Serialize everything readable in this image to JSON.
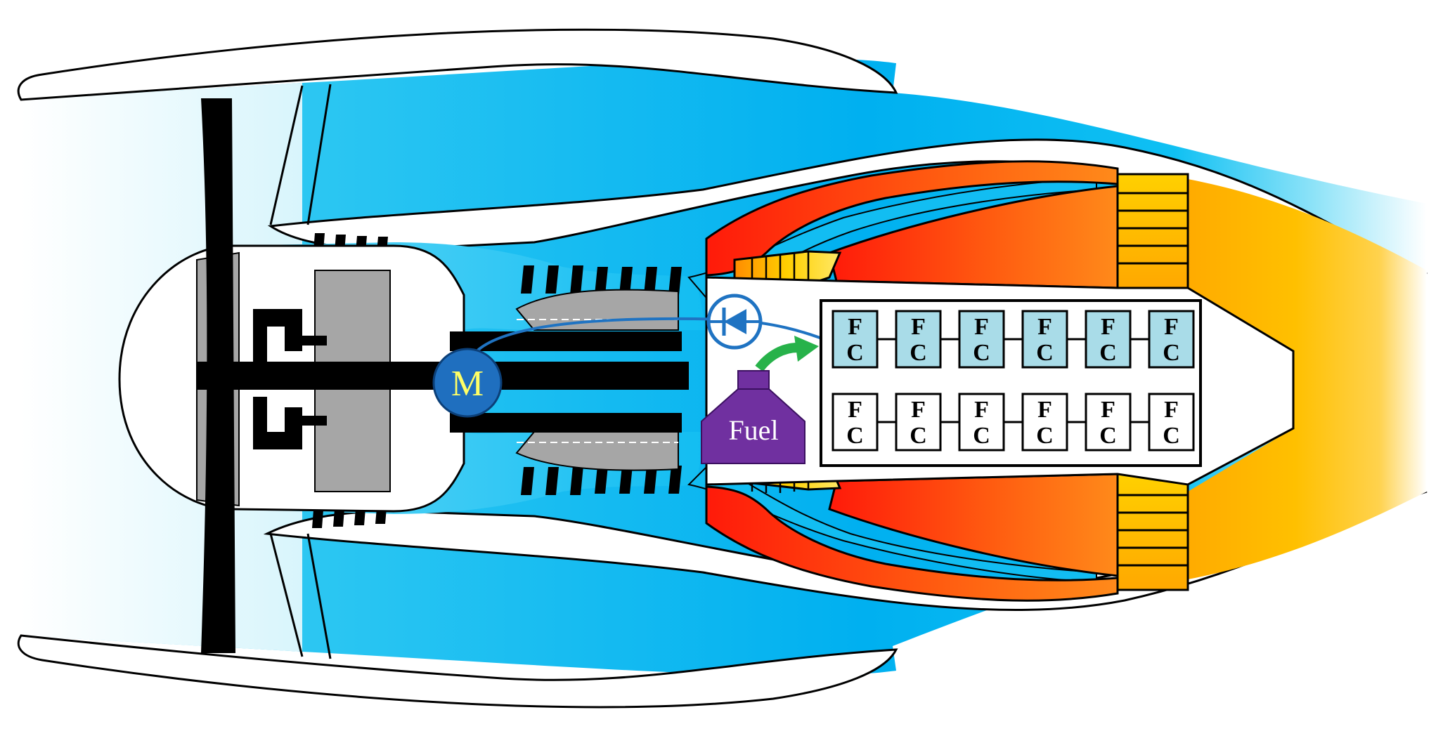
{
  "labels": {
    "motor": "M",
    "fuel": "Fuel"
  },
  "fuel_cells": {
    "letter_top": "F",
    "letter_bottom": "C",
    "rows": 2,
    "columns": 6
  },
  "colors": {
    "bypass_light": "#d8f5fc",
    "bypass_mid": "#2fc8f2",
    "bypass_deep": "#00b0f0",
    "hot_red": "#ff1a0a",
    "hot_orange": "#ff7a1a",
    "exhaust_yellow": "#ffc000",
    "spinner_gray": "#a6a6a6",
    "motor_blue": "#1f6fbf",
    "motor_label": "#ffff66",
    "fuel_purple": "#7030a0",
    "arrow_green": "#27b24a",
    "wire_blue": "#1f73c2",
    "fc_top_fill": "#a9dce8",
    "fc_bottom_fill": "#ffffff",
    "outline": "#000000"
  },
  "icons": {
    "motor": "motor-icon",
    "diode": "diode-icon",
    "fuel_tank": "fuel-tank-icon",
    "arrow": "curved-arrow-icon"
  }
}
